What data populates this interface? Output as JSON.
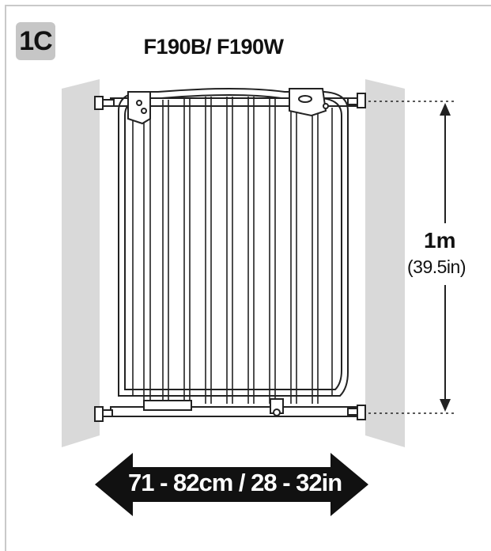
{
  "figure": {
    "step_badge": "1C",
    "model_label": "F190B/ F190W",
    "height_label": "1m",
    "height_sub_label": "(39.5in)",
    "width_range_label": "71 - 82cm / 28 - 32in"
  },
  "colors": {
    "wall_gray": "#d9d9d9",
    "badge_gray": "#c6c6c6",
    "line": "#222222",
    "arrow_fill": "#111111"
  }
}
